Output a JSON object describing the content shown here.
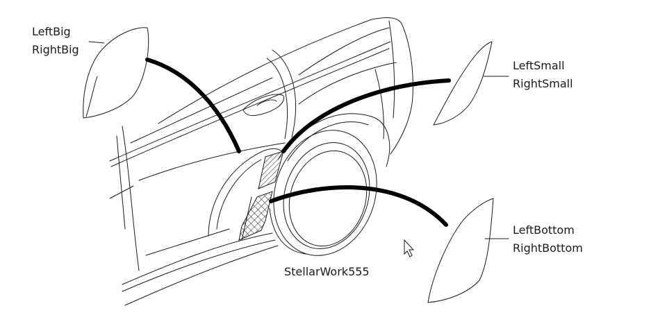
{
  "labels": {
    "big": {
      "left": "LeftBig",
      "right": "RightBig"
    },
    "small": {
      "left": "LeftSmall",
      "right": "RightSmall"
    },
    "bottom": {
      "left": "LeftBottom",
      "right": "RightBottom"
    }
  },
  "watermark": "StellarWork555",
  "icons": {
    "cursor": "mouse-pointer-icon"
  }
}
